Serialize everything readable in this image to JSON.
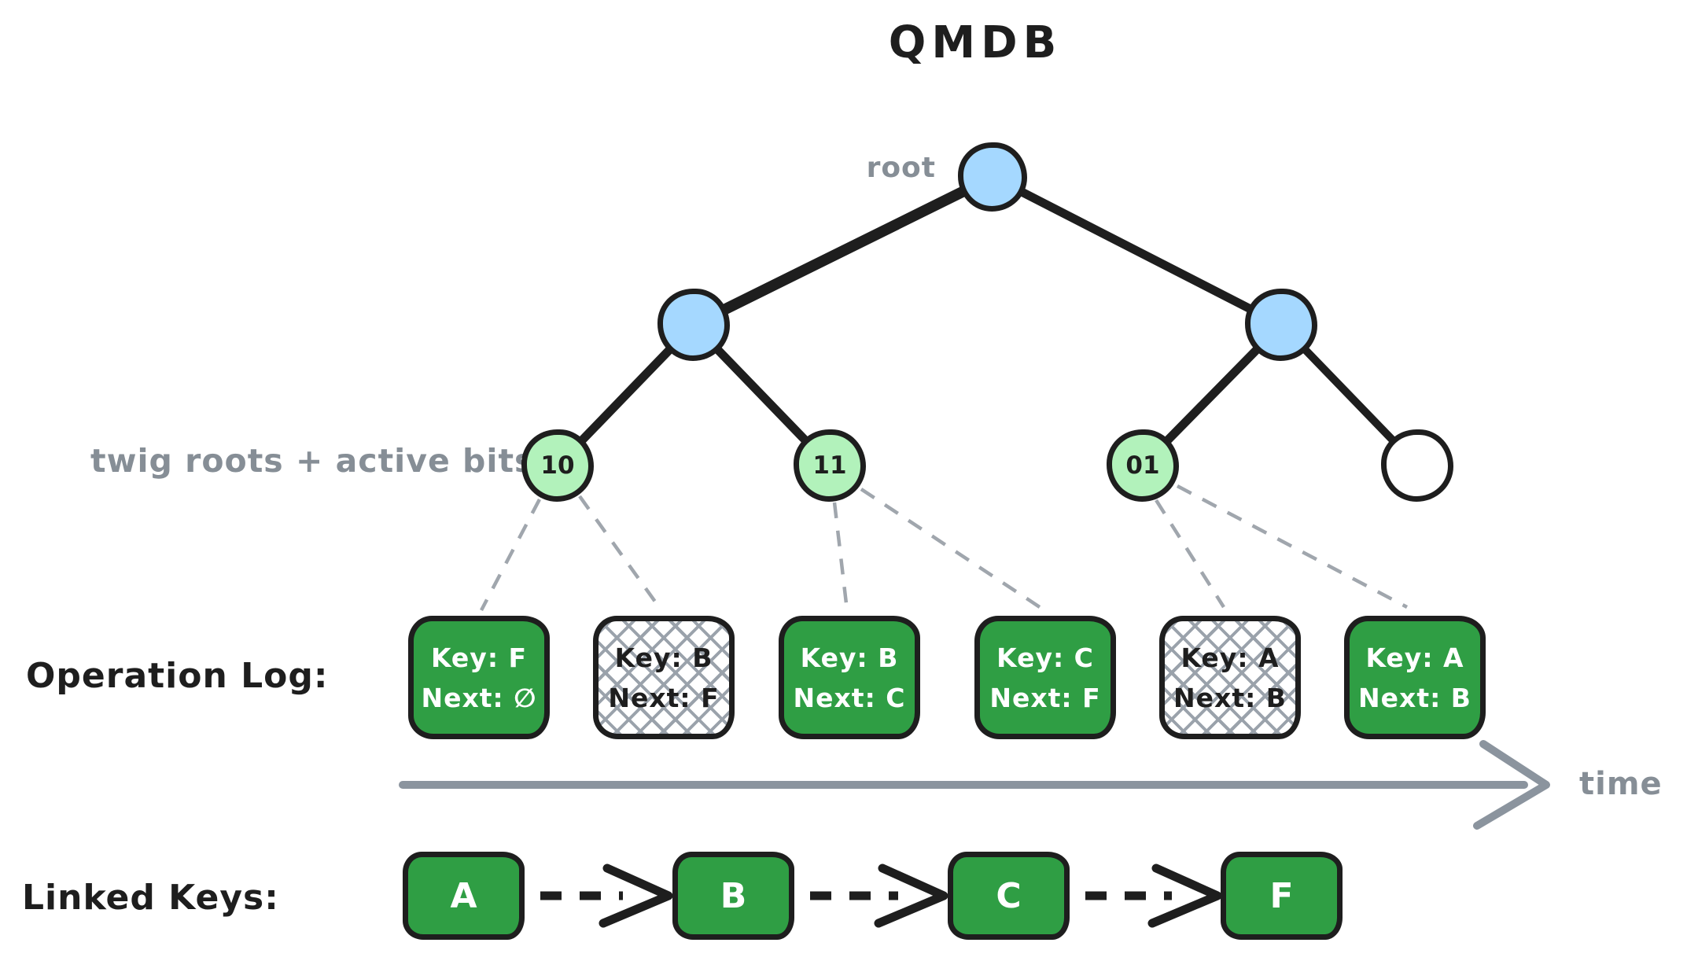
{
  "title": "QMDB",
  "labels": {
    "root": "root",
    "twig_roots": "twig roots + active bits",
    "operation_log": "Operation Log:",
    "linked_keys": "Linked Keys:",
    "time": "time"
  },
  "colors": {
    "stroke": "#1e1e1e",
    "node_blue": "#a5d8ff",
    "twig_green": "#b2f2bb",
    "box_green": "#2f9e44",
    "muted_gray": "#868e96",
    "connector_gray": "#a0a6ad",
    "axis_gray": "#8b949e"
  },
  "tree": {
    "twigs": [
      {
        "label": "10",
        "active": true
      },
      {
        "label": "11",
        "active": true
      },
      {
        "label": "01",
        "active": true
      },
      {
        "label": "",
        "active": false
      }
    ]
  },
  "operation_log": {
    "entries": [
      {
        "key": "Key: F",
        "next": "Next: ∅",
        "state": "active"
      },
      {
        "key": "Key: B",
        "next": "Next: F",
        "state": "stale"
      },
      {
        "key": "Key: B",
        "next": "Next: C",
        "state": "active"
      },
      {
        "key": "Key: C",
        "next": "Next: F",
        "state": "active"
      },
      {
        "key": "Key: A",
        "next": "Next: B",
        "state": "stale"
      },
      {
        "key": "Key: A",
        "next": "Next: B",
        "state": "active"
      }
    ]
  },
  "linked_keys": {
    "nodes": [
      "A",
      "B",
      "C",
      "F"
    ]
  }
}
